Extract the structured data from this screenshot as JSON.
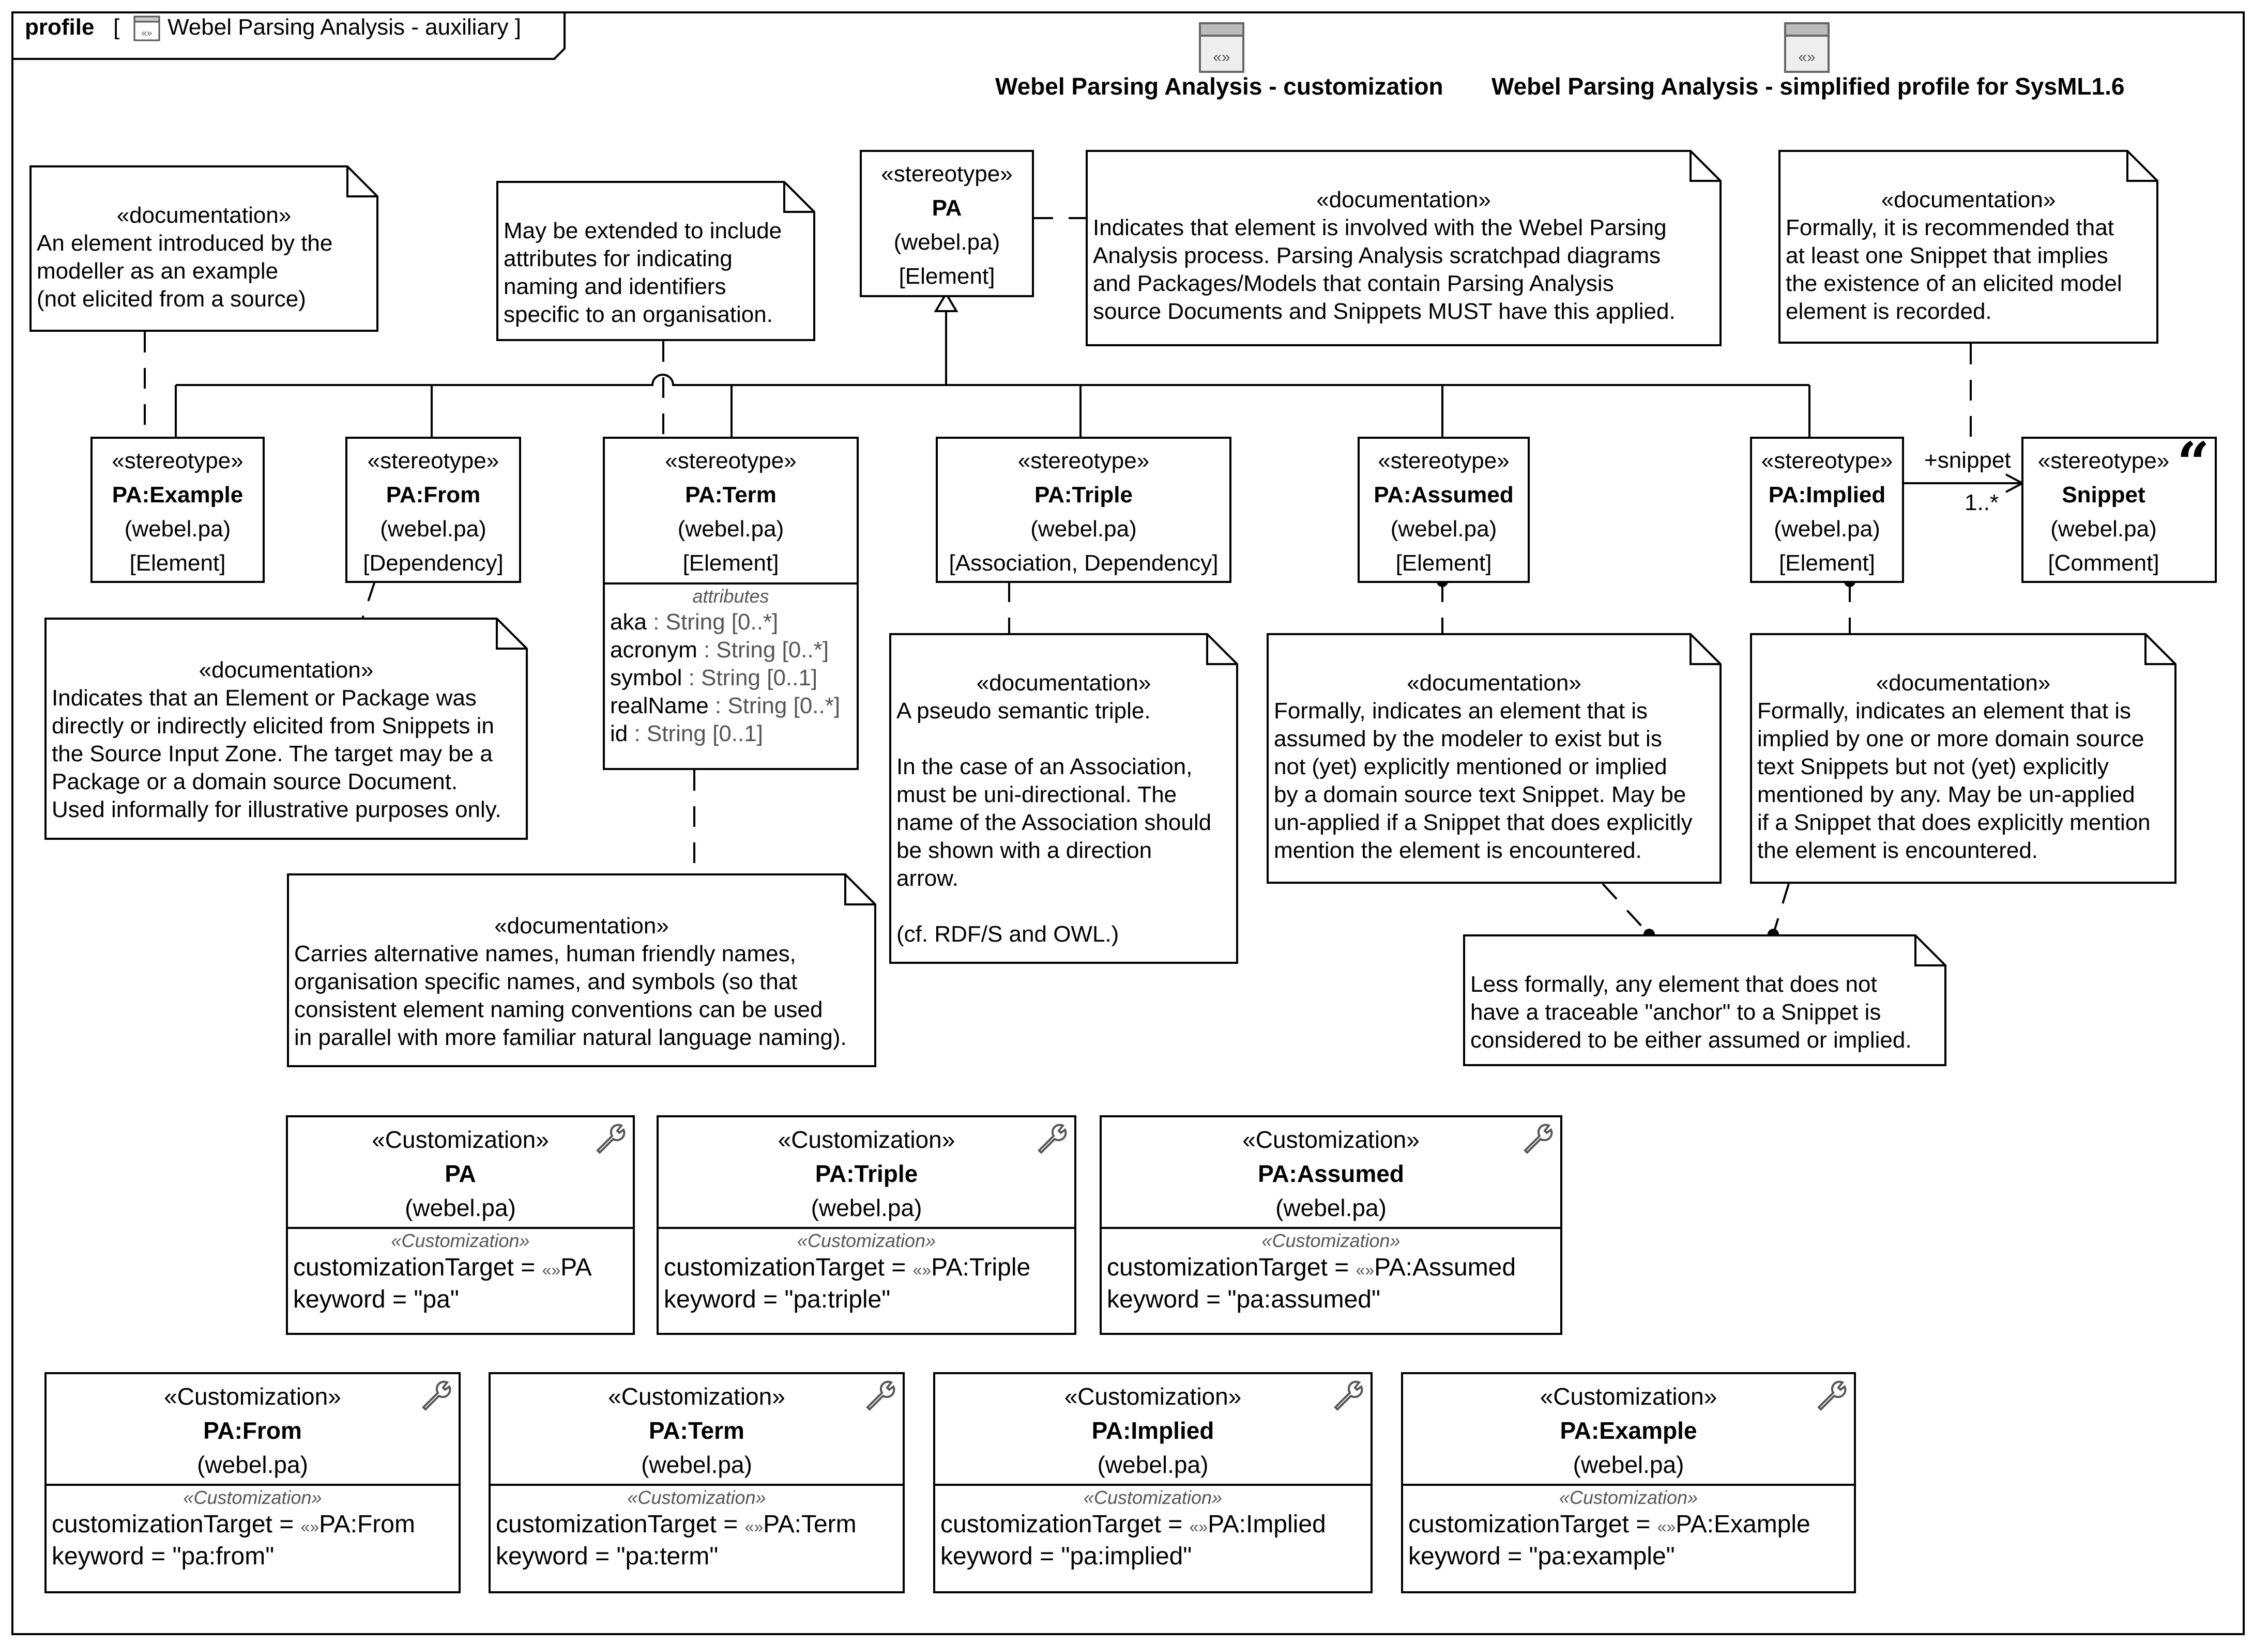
{
  "frame": {
    "kind": "profile",
    "title": "Webel Parsing Analysis - auxiliary"
  },
  "top_labels": {
    "customization": "Webel Parsing Analysis - customization",
    "simplified": "Webel Parsing Analysis - simplified profile for SysML1.6"
  },
  "stereotypes": {
    "pa": {
      "kw": "«stereotype»",
      "name": "PA",
      "pkg": "(webel.pa)",
      "meta": "[Element]"
    },
    "example": {
      "kw": "«stereotype»",
      "name": "PA:Example",
      "pkg": "(webel.pa)",
      "meta": "[Element]"
    },
    "from": {
      "kw": "«stereotype»",
      "name": "PA:From",
      "pkg": "(webel.pa)",
      "meta": "[Dependency]"
    },
    "term": {
      "kw": "«stereotype»",
      "name": "PA:Term",
      "pkg": "(webel.pa)",
      "meta": "[Element]",
      "attr_caption": "attributes",
      "attrs": [
        {
          "name": "aka",
          "type": " : String [0..*]"
        },
        {
          "name": "acronym",
          "type": " : String [0..*]"
        },
        {
          "name": "symbol",
          "type": " : String [0..1]"
        },
        {
          "name": "realName",
          "type": " : String [0..*]"
        },
        {
          "name": "id",
          "type": " : String [0..1]"
        }
      ]
    },
    "triple": {
      "kw": "«stereotype»",
      "name": "PA:Triple",
      "pkg": "(webel.pa)",
      "meta": "[Association, Dependency]"
    },
    "assumed": {
      "kw": "«stereotype»",
      "name": "PA:Assumed",
      "pkg": "(webel.pa)",
      "meta": "[Element]"
    },
    "implied": {
      "kw": "«stereotype»",
      "name": "PA:Implied",
      "pkg": "(webel.pa)",
      "meta": "[Element]"
    },
    "snippet": {
      "kw": "«stereotype»",
      "name": "Snippet",
      "pkg": "(webel.pa)",
      "meta": "[Comment]"
    }
  },
  "association": {
    "role": "+snippet",
    "multiplicity": "1..*"
  },
  "notes": {
    "example": {
      "hdr": "«documentation»",
      "body": "An element introduced by the\nmodeller as an example\n(not elicited from a source)"
    },
    "extend": {
      "hdr": "",
      "body": "May be extended to include\nattributes for indicating\nnaming and identifiers\nspecific to an organisation."
    },
    "pa": {
      "hdr": "«documentation»",
      "body": "Indicates that element is involved with the Webel Parsing\nAnalysis process. Parsing Analysis scratchpad diagrams\nand Packages/Models that contain Parsing Analysis\nsource Documents and Snippets MUST have this applied."
    },
    "implied_rec": {
      "hdr": "«documentation»",
      "body": "Formally, it is recommended that\nat least one Snippet that implies\nthe existence of an elicited model\nelement is recorded."
    },
    "from": {
      "hdr": "«documentation»",
      "body": "Indicates that an Element or Package was\ndirectly or indirectly elicited from Snippets in\nthe Source Input Zone. The target may be a\nPackage or a domain source Document.\nUsed informally for illustrative purposes only."
    },
    "triple": {
      "hdr": "«documentation»",
      "body": "A pseudo semantic triple.\n\nIn the case of an Association,\nmust be uni-directional. The\nname of the Association should\nbe shown with a direction\narrow.\n\n(cf. RDF/S and OWL.)"
    },
    "assumed": {
      "hdr": "«documentation»",
      "body": "Formally, indicates an element that is\nassumed by the modeler to exist but is\nnot (yet) explicitly mentioned or implied\nby a domain source text Snippet. May be\nun-applied if a Snippet that does explicitly\nmention the element is encountered."
    },
    "implied": {
      "hdr": "«documentation»",
      "body": "Formally, indicates an element that is\nimplied by one or more domain source\ntext Snippets but not (yet) explicitly\nmentioned by any. May be un-applied\nif a Snippet that does explicitly mention\nthe element is encountered."
    },
    "term": {
      "hdr": "«documentation»",
      "body": "Carries alternative names, human friendly names,\norganisation specific names, and symbols (so that\nconsistent element naming conventions can be used\nin parallel with more familiar natural language naming)."
    },
    "informal": {
      "hdr": "",
      "body": "Less formally, any element that does not\nhave a traceable \"anchor\" to a Snippet is\nconsidered to be either assumed or implied."
    }
  },
  "customizations": [
    {
      "kw": "«Customization»",
      "name": "PA",
      "pkg": "(webel.pa)",
      "cap": "«Customization»",
      "target_label": "customizationTarget = ",
      "arrow": "«»",
      "target": "PA",
      "keyword": "keyword = \"pa\""
    },
    {
      "kw": "«Customization»",
      "name": "PA:Triple",
      "pkg": "(webel.pa)",
      "cap": "«Customization»",
      "target_label": "customizationTarget = ",
      "arrow": "«»",
      "target": "PA:Triple",
      "keyword": "keyword = \"pa:triple\""
    },
    {
      "kw": "«Customization»",
      "name": "PA:Assumed",
      "pkg": "(webel.pa)",
      "cap": "«Customization»",
      "target_label": "customizationTarget = ",
      "arrow": "«»",
      "target": "PA:Assumed",
      "keyword": "keyword = \"pa:assumed\""
    },
    {
      "kw": "«Customization»",
      "name": "PA:From",
      "pkg": "(webel.pa)",
      "cap": "«Customization»",
      "target_label": "customizationTarget = ",
      "arrow": "«»",
      "target": "PA:From",
      "keyword": "keyword = \"pa:from\""
    },
    {
      "kw": "«Customization»",
      "name": "PA:Term",
      "pkg": "(webel.pa)",
      "cap": "«Customization»",
      "target_label": "customizationTarget = ",
      "arrow": "«»",
      "target": "PA:Term",
      "keyword": "keyword = \"pa:term\""
    },
    {
      "kw": "«Customization»",
      "name": "PA:Implied",
      "pkg": "(webel.pa)",
      "cap": "«Customization»",
      "target_label": "customizationTarget = ",
      "arrow": "«»",
      "target": "PA:Implied",
      "keyword": "keyword = \"pa:implied\""
    },
    {
      "kw": "«Customization»",
      "name": "PA:Example",
      "pkg": "(webel.pa)",
      "cap": "«Customization»",
      "target_label": "customizationTarget = ",
      "arrow": "«»",
      "target": "PA:Example",
      "keyword": "keyword = \"pa:example\""
    }
  ]
}
